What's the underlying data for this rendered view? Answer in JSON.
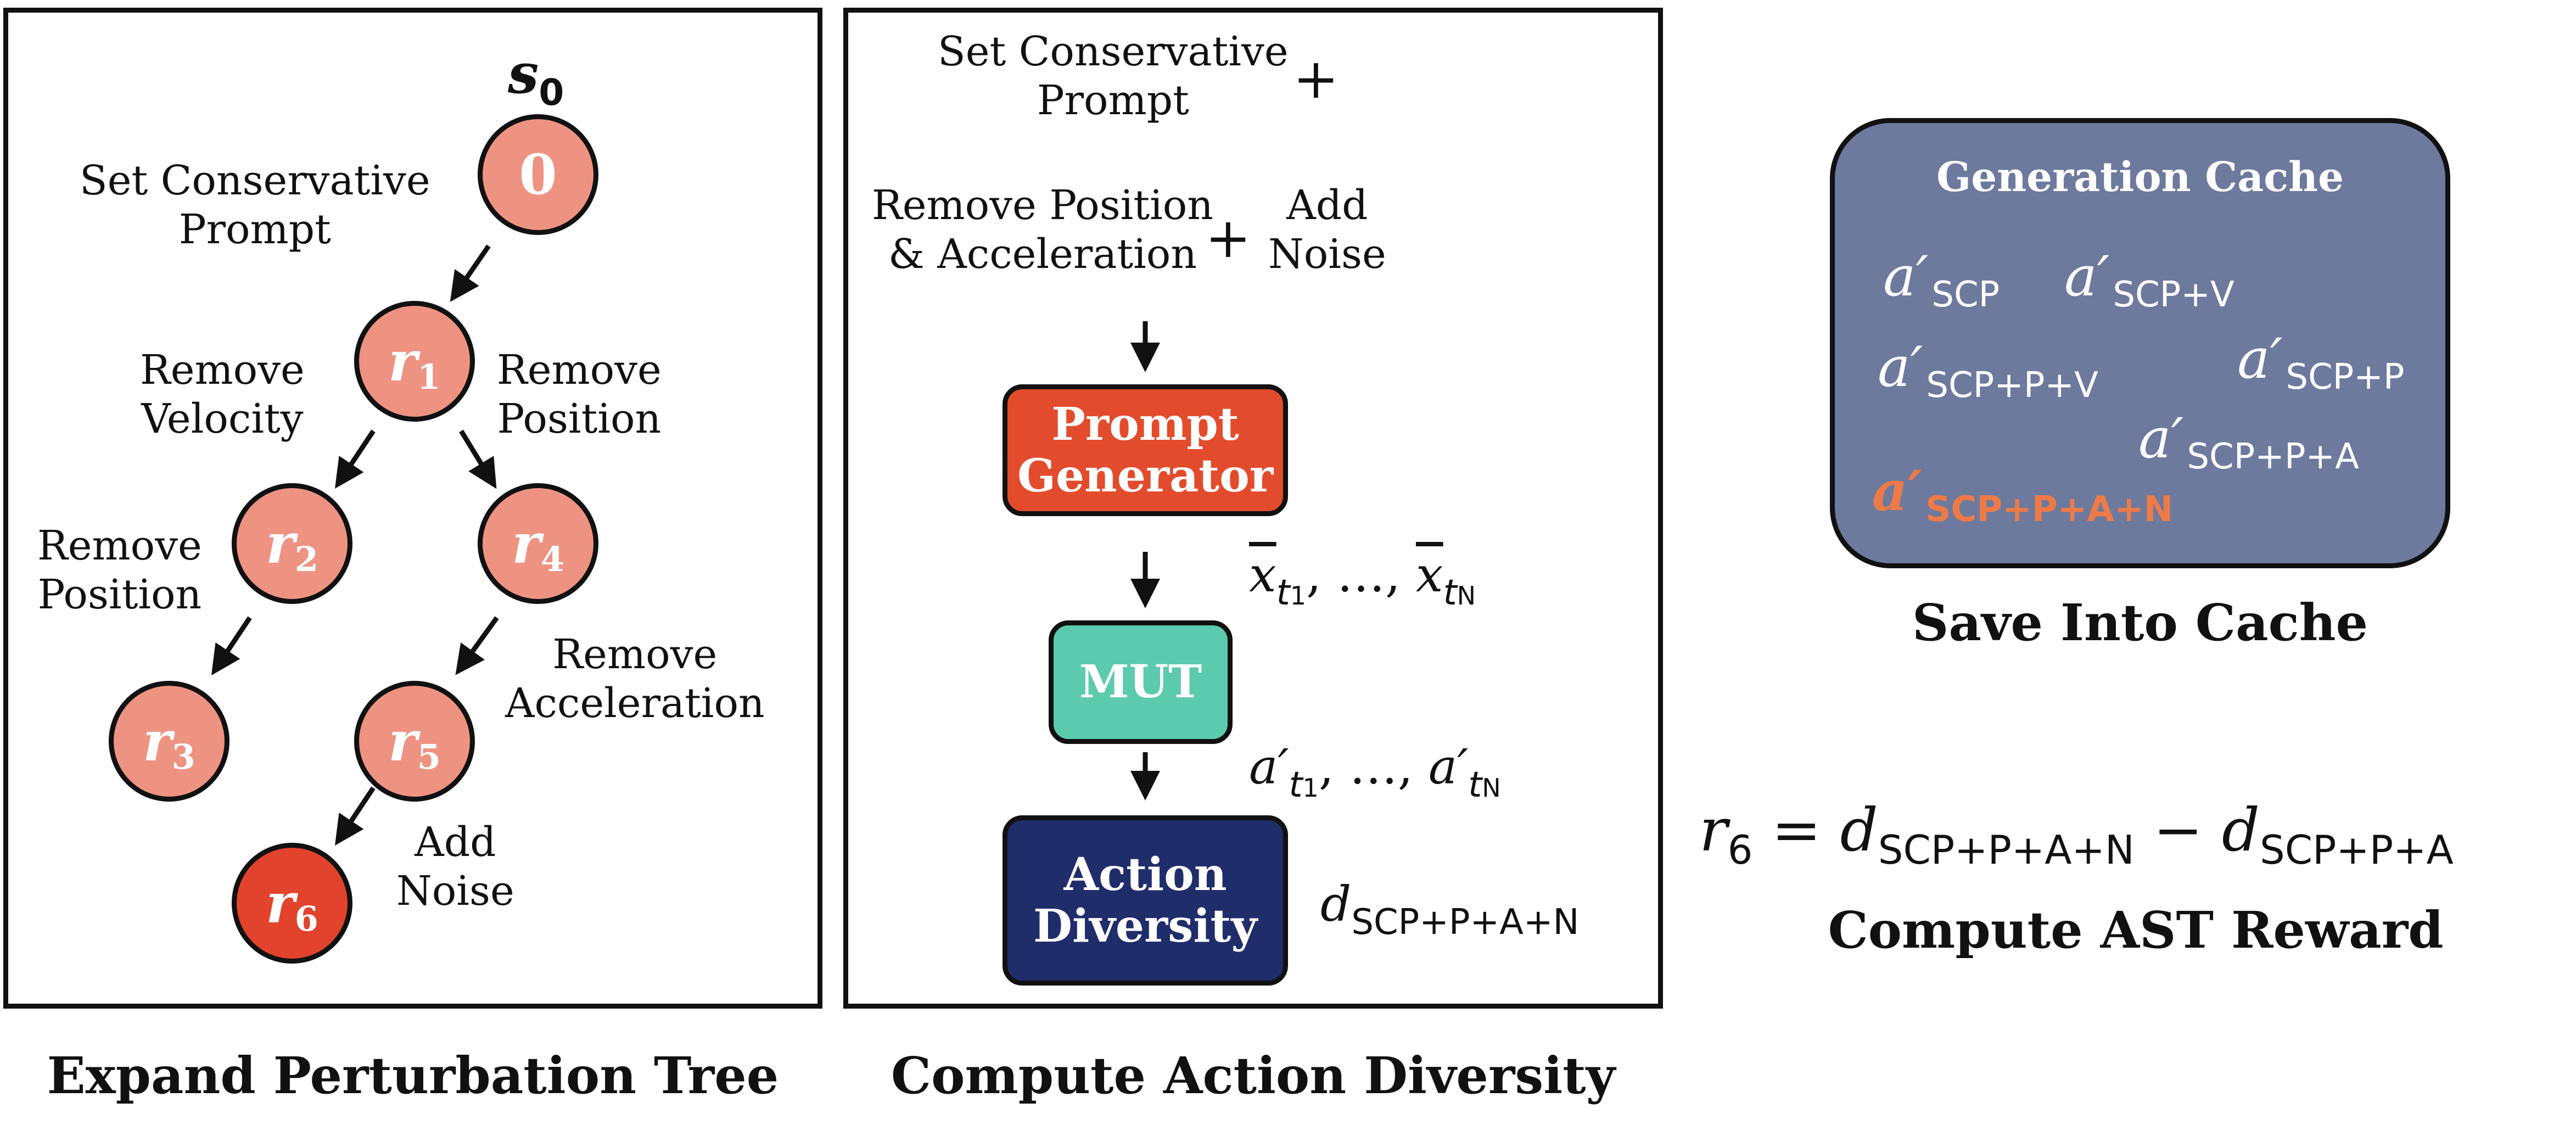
{
  "tree_panel": {
    "caption": "Expand Perturbation Tree",
    "root_label": "s",
    "root_sub": "0",
    "nodes": [
      {
        "id": "node-0",
        "symbol": "0",
        "sub": ""
      },
      {
        "id": "node-r1",
        "symbol": "r",
        "sub": "1"
      },
      {
        "id": "node-r2",
        "symbol": "r",
        "sub": "2"
      },
      {
        "id": "node-r3",
        "symbol": "r",
        "sub": "3"
      },
      {
        "id": "node-r4",
        "symbol": "r",
        "sub": "4"
      },
      {
        "id": "node-r5",
        "symbol": "r",
        "sub": "5"
      },
      {
        "id": "node-r6",
        "symbol": "r",
        "sub": "6"
      }
    ],
    "edge_labels": {
      "set_conservative_prompt": "Set Conservative\nPrompt",
      "remove_velocity": "Remove\nVelocity",
      "remove_position_right": "Remove\nPosition",
      "remove_position_left": "Remove\nPosition",
      "remove_acceleration": "Remove\nAcceleration",
      "add_noise": "Add\nNoise"
    },
    "colors": {
      "node_light": "#ee9382",
      "node_selected": "#e2432c"
    }
  },
  "diversity_panel": {
    "caption": "Compute Action Diversity",
    "top_line1": "Set Conservative\nPrompt",
    "plus": "+",
    "line2_left": "Remove Position\n& Acceleration",
    "line2_right": "Add\nNoise",
    "prompt_generator": "Prompt\nGenerator",
    "mut": "MUT",
    "action_diversity": "Action\nDiversity",
    "x_seq": {
      "sym": "x",
      "t": "t",
      "first": "1",
      "last": "N",
      "ellipsis": "…"
    },
    "a_seq": {
      "sym": "a′",
      "t": "t",
      "first": "1",
      "last": "N",
      "ellipsis": "…"
    },
    "d_label": {
      "sym": "d",
      "sub": "SCP+P+A+N"
    },
    "colors": {
      "prompt_generator": "#e24c2c",
      "mut": "#5ccbad",
      "action_diversity": "#1f2d6b"
    }
  },
  "cache_panel": {
    "title": "Generation Cache",
    "caption": "Save Into Cache",
    "entries": [
      {
        "sym": "a′",
        "sub": "SCP"
      },
      {
        "sym": "a′",
        "sub": "SCP+V"
      },
      {
        "sym": "a′",
        "sub": "SCP+P+V"
      },
      {
        "sym": "a′",
        "sub": "SCP+P"
      },
      {
        "sym": "a′",
        "sub": "SCP+P+A"
      },
      {
        "sym": "a′",
        "sub": "SCP+P+A+N"
      }
    ],
    "colors": {
      "fill": "#6d7a9e",
      "highlight": "#ee7a47"
    }
  },
  "reward_panel": {
    "lhs": "r",
    "lhs_sub": "6",
    "eq": "=",
    "d1": "d",
    "d1_sub": "SCP+P+A+N",
    "minus": "−",
    "d2": "d",
    "d2_sub": "SCP+P+A",
    "caption": "Compute AST Reward"
  }
}
